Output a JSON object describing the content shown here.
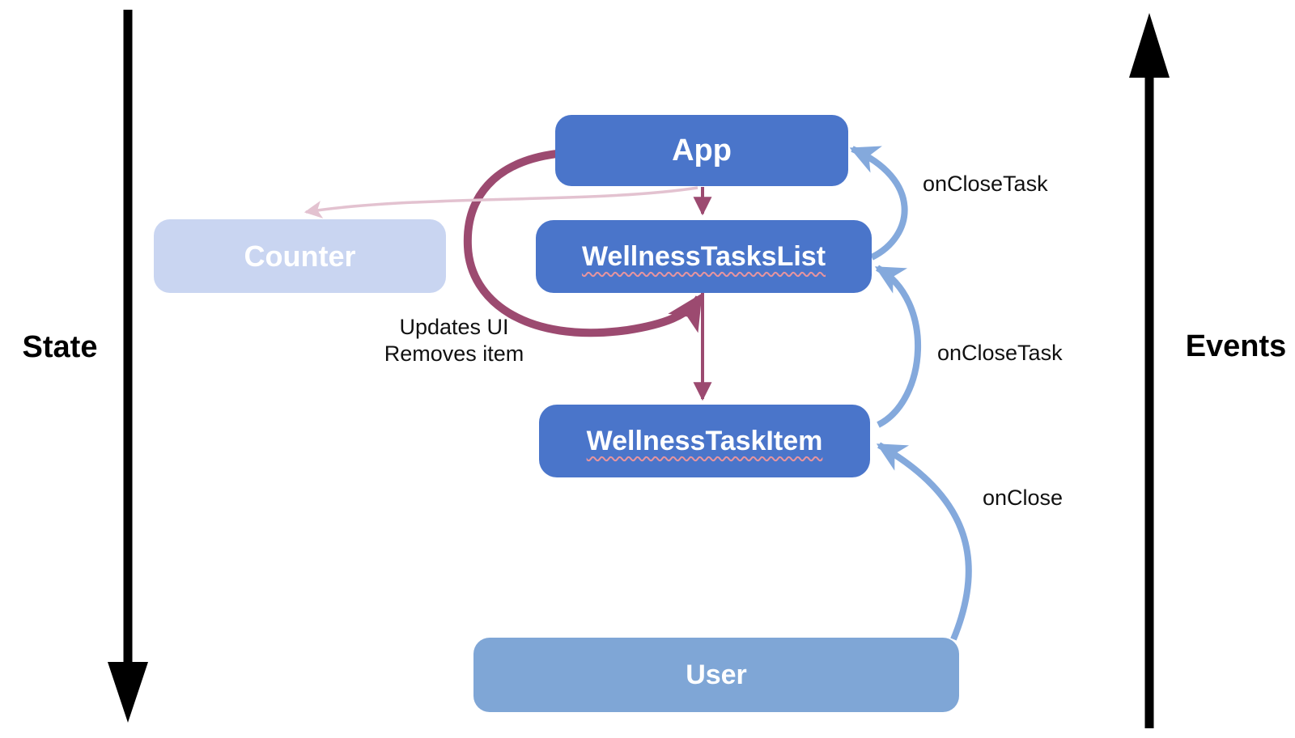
{
  "diagram": {
    "axes": {
      "left_label": "State",
      "left_direction": "down",
      "right_label": "Events",
      "right_direction": "up"
    },
    "boxes": {
      "app": {
        "label": "App"
      },
      "tasks_list": {
        "label": "WellnessTasksList"
      },
      "task_item": {
        "label": "WellnessTaskItem"
      },
      "counter": {
        "label": "Counter"
      },
      "user": {
        "label": "User"
      }
    },
    "annotations": {
      "loop_line1": "Updates UI",
      "loop_line2": "Removes item",
      "on_close_task_top": "onCloseTask",
      "on_close_task_mid": "onCloseTask",
      "on_close": "onClose"
    },
    "edges": [
      {
        "from": "App",
        "to": "WellnessTasksList",
        "kind": "state",
        "color": "#9c4a70"
      },
      {
        "from": "WellnessTasksList",
        "to": "WellnessTaskItem",
        "kind": "state",
        "color": "#9c4a70"
      },
      {
        "from": "App",
        "to": "WellnessTasksList",
        "kind": "state-loop",
        "label": "Updates UI / Removes item",
        "color": "#9c4a70"
      },
      {
        "from": "App",
        "to": "Counter",
        "kind": "state-faded",
        "color": "#e3c2d0"
      },
      {
        "from": "WellnessTasksList",
        "to": "App",
        "kind": "event",
        "label": "onCloseTask",
        "color": "#84a9dc"
      },
      {
        "from": "WellnessTaskItem",
        "to": "WellnessTasksList",
        "kind": "event",
        "label": "onCloseTask",
        "color": "#84a9dc"
      },
      {
        "from": "User",
        "to": "WellnessTaskItem",
        "kind": "event",
        "label": "onClose",
        "color": "#84a9dc"
      }
    ],
    "colors": {
      "component_blue": "#4a75ca",
      "counter_blue": "#c9d5f1",
      "user_blue": "#7fa6d6",
      "event_arrow_blue": "#84a9dc",
      "state_arrow_maroon": "#9c4a70",
      "counter_link_pink": "#e3c2d0",
      "axis_black": "#000000",
      "squiggle_underline": "#e8949e",
      "box_text": "#ffffff"
    }
  }
}
